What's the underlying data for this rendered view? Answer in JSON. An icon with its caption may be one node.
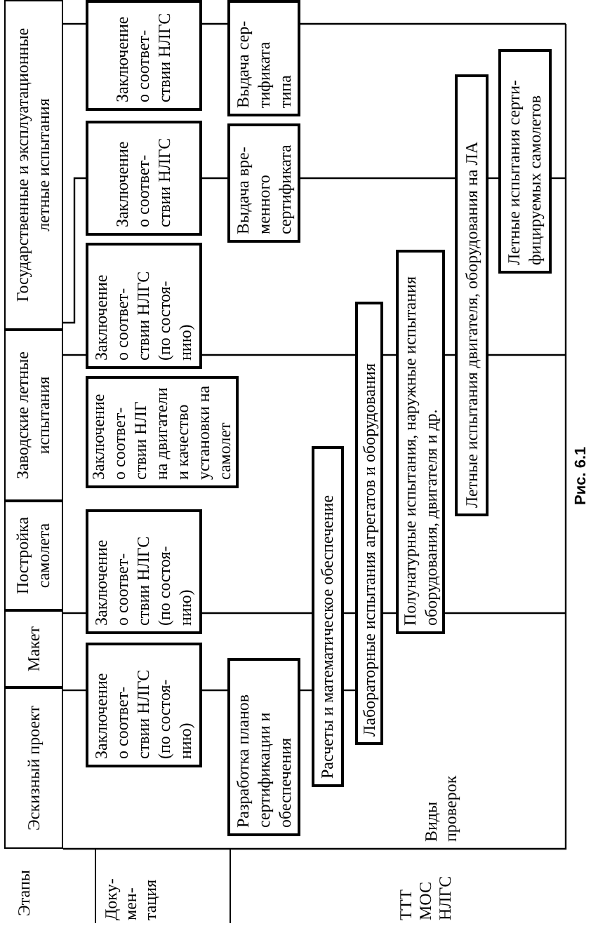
{
  "diagram": {
    "caption": "Рис. 6.1",
    "nodes": [
      {
        "text": [
          "Эскизный проект"
        ]
      },
      {
        "text": [
          "Макет"
        ]
      },
      {
        "text": [
          "Постройка самолета"
        ]
      },
      {
        "text": [
          "Заводские летные испытания"
        ]
      },
      {
        "text": [
          "Государственные и эксплуатационные летные испытания"
        ]
      },
      {
        "text": [
          "Заключение о соответ- ствии НЛГС (по состоя- нию)"
        ]
      },
      {
        "text": [
          "Заключение о соответ- ствии НЛГС (по состоя- нию)"
        ]
      },
      {
        "text": [
          "Заключение о соответ- ствии НЛГ на двигатели и качество установки на самолет"
        ]
      },
      {
        "text": [
          "Заключение о соответ- ствии НЛГС (по состоя- нию)"
        ]
      },
      {
        "text": [
          "Заключение о соответ- ствии НЛГС"
        ]
      },
      {
        "text": [
          "Заключение о соответ- ствии НЛГС"
        ]
      },
      {
        "text": [
          "Разработка планов сертификации и обеспечения"
        ]
      },
      {
        "text": [
          "Выдача вре- менного сертификата"
        ]
      },
      {
        "text": [
          "Выдача сер- тификата типа"
        ]
      },
      {
        "text": [
          "Расчеты и математическое обеспечение"
        ]
      },
      {
        "text": [
          "Лабораторные испытания агрегатов и оборудования"
        ]
      },
      {
        "text": [
          "Полунатурные испытания, наружные испытания оборудования, двигателя и др."
        ]
      },
      {
        "text": [
          "Летные испытания двигателя, оборудования на ЛА"
        ]
      },
      {
        "text": [
          "Летные испытания серти- фицируемых самолетов"
        ]
      }
    ],
    "edges": [
      {
        "from": 0,
        "to": 5,
        "arrow": "none"
      },
      {
        "from": 5,
        "to": 11,
        "arrow": "none"
      },
      {
        "from": 11,
        "to": 14,
        "arrow": "none"
      },
      {
        "from": 14,
        "to": 15,
        "arrow": "none"
      },
      {
        "from": 1,
        "to": 6,
        "arrow": "none"
      },
      {
        "from": 6,
        "to": 14,
        "arrow": "none"
      },
      {
        "from": 14,
        "to": 15,
        "arrow": "none"
      },
      {
        "from": 15,
        "to": 16,
        "arrow": "none"
      },
      {
        "from": 16,
        "to": null,
        "arrow": "none"
      },
      {
        "from": 3,
        "to": 8,
        "arrow": "none"
      },
      {
        "from": 8,
        "to": 15,
        "arrow": "none"
      },
      {
        "from": 15,
        "to": 16,
        "arrow": "none"
      },
      {
        "from": 16,
        "to": 17,
        "arrow": "none"
      },
      {
        "from": 17,
        "to": null,
        "arrow": "none"
      },
      {
        "from": 4,
        "to": 9,
        "arrow": "none"
      },
      {
        "from": 9,
        "to": 12,
        "arrow": "none"
      },
      {
        "from": 12,
        "to": 17,
        "arrow": "none"
      },
      {
        "from": 17,
        "to": 18,
        "arrow": "none"
      },
      {
        "from": 18,
        "to": null,
        "arrow": "none"
      },
      {
        "from": 4,
        "to": 10,
        "arrow": "none"
      },
      {
        "from": 10,
        "to": 13,
        "arrow": "none"
      },
      {
        "from": 13,
        "to": null,
        "arrow": "none"
      }
    ],
    "labels": [
      "Этапы",
      "Доку- мен- тация",
      "ТТТ МОС НЛГС",
      "Виды проверок"
    ]
  }
}
